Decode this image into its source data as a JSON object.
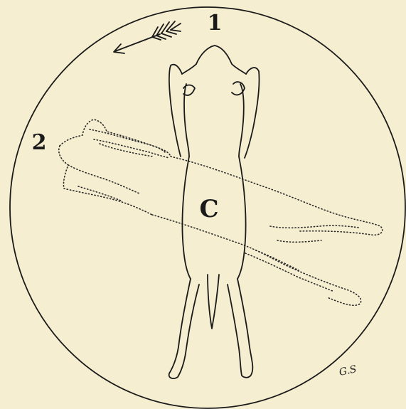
{
  "figure": {
    "position_1_label": "1",
    "position_2_label": "2",
    "center_label": "C",
    "signature": "G.S",
    "arrow": "rotation-arrow",
    "colors": {
      "paper": "#f6eed0",
      "ink": "#1a1a1a"
    }
  }
}
